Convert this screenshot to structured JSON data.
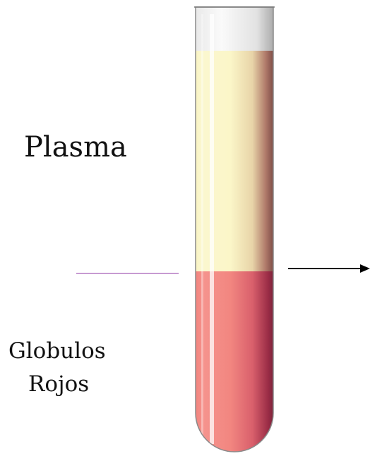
{
  "labels": {
    "plasma": "Plasma",
    "red_cells_line1": "Globulos",
    "red_cells_line2": "Rojos"
  },
  "colors": {
    "plasma": "#fbf6c8",
    "red_cells": "#f28680",
    "tube_cap": "#f2f2f2",
    "divider_line": "#c79ad2",
    "arrow": "#000000"
  },
  "icons": {
    "tube": "test-tube-icon",
    "arrow": "arrow-right-icon"
  }
}
